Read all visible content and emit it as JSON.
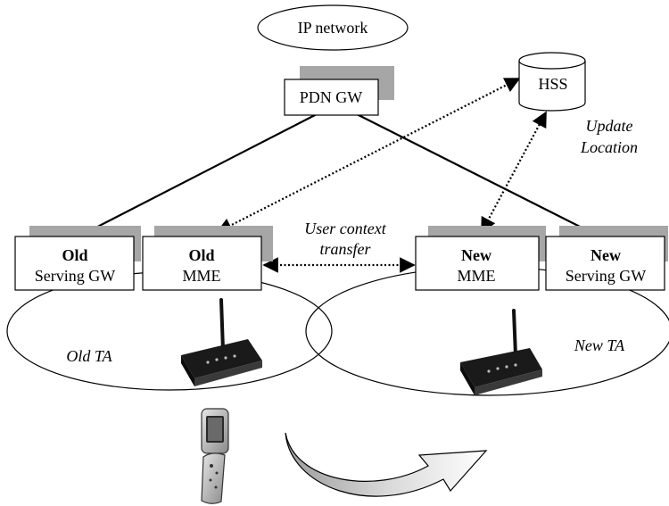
{
  "nodes": {
    "ip_network": "IP network",
    "pdn_gw": "PDN GW",
    "hss": "HSS",
    "old_sgw": {
      "line1": "Old",
      "line2": "Serving GW"
    },
    "old_mme": {
      "line1": "Old",
      "line2": "MME"
    },
    "new_mme": {
      "line1": "New",
      "line2": "MME"
    },
    "new_sgw": {
      "line1": "New",
      "line2": "Serving GW"
    }
  },
  "annotations": {
    "update_location": {
      "line1": "Update",
      "line2": "Location"
    },
    "user_context_transfer": {
      "line1": "User context",
      "line2": "transfer"
    }
  },
  "areas": {
    "old_ta": "Old TA",
    "new_ta": "New TA"
  },
  "colors": {
    "shadow": "#a6a6a6",
    "line": "#000000"
  }
}
